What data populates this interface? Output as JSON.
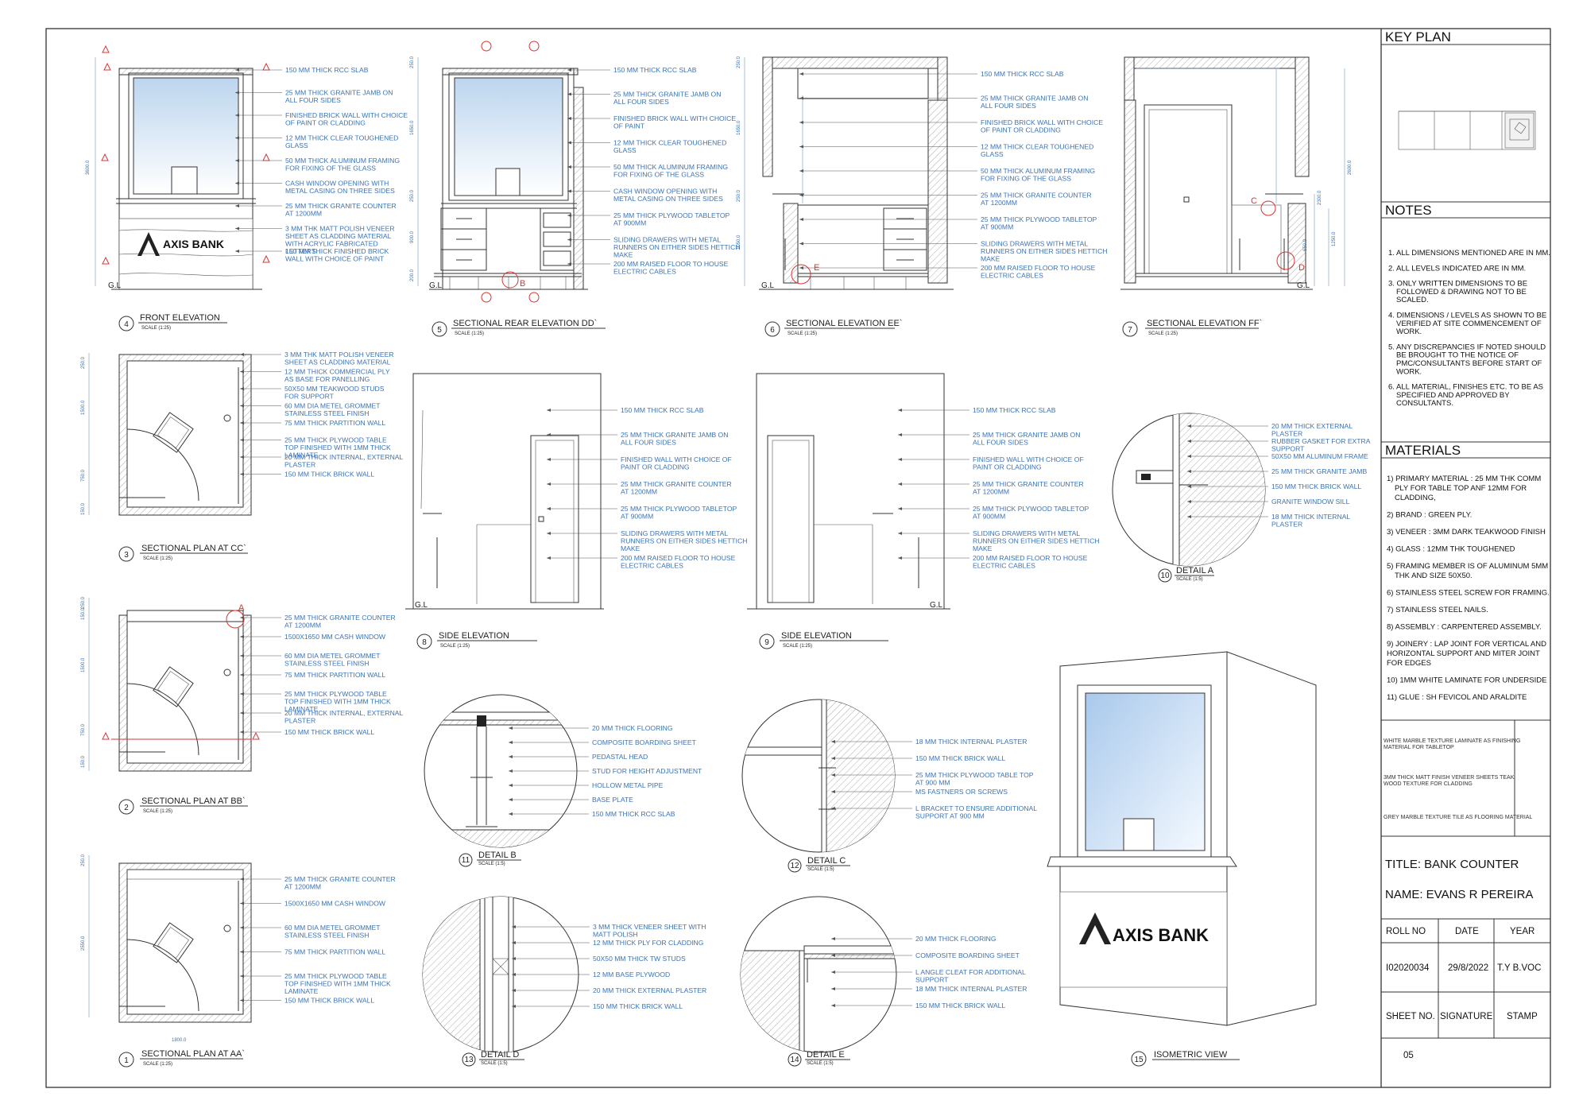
{
  "drawings": {
    "d4": {
      "number": "4",
      "title": "FRONT ELEVATION",
      "scale": "SCALE (1:25)"
    },
    "d5": {
      "number": "5",
      "title": "SECTIONAL REAR ELEVATION DD`",
      "scale": "SCALE (1:25)"
    },
    "d6": {
      "number": "6",
      "title": "SECTIONAL ELEVATION EE`",
      "scale": "SCALE (1:25)"
    },
    "d7": {
      "number": "7",
      "title": "SECTIONAL ELEVATION FF`",
      "scale": "SCALE (1:25)"
    },
    "d3": {
      "number": "3",
      "title": "SECTIONAL PLAN AT CC`",
      "scale": "SCALE (1:25)"
    },
    "d8": {
      "number": "8",
      "title": "SIDE ELEVATION",
      "scale": "SCALE (1:25)"
    },
    "d9": {
      "number": "9",
      "title": "SIDE ELEVATION",
      "scale": "SCALE (1:25)"
    },
    "d10": {
      "number": "10",
      "title": "DETAIL A",
      "scale": "SCALE (1:5)"
    },
    "d2": {
      "number": "2",
      "title": "SECTIONAL PLAN AT BB`",
      "scale": "SCALE (1:25)"
    },
    "d11": {
      "number": "11",
      "title": "DETAIL B",
      "scale": "SCALE (1:5)"
    },
    "d12": {
      "number": "12",
      "title": "DETAIL C",
      "scale": "SCALE (1:5)"
    },
    "d1": {
      "number": "1",
      "title": "SECTIONAL PLAN AT AA`",
      "scale": "SCALE (1:25)"
    },
    "d13": {
      "number": "13",
      "title": "DETAIL D",
      "scale": "SCALE (1:5)"
    },
    "d14": {
      "number": "14",
      "title": "DETAIL E",
      "scale": "SCALE (1:5)"
    },
    "d15": {
      "number": "15",
      "title": "ISOMETRIC VIEW"
    }
  },
  "brand": "AXIS BANK",
  "ground_level": "G.L",
  "section_marks": {
    "a": "A",
    "b": "B",
    "c": "C",
    "d": "D",
    "e": "E"
  },
  "annotations": {
    "d4": [
      [
        "150 MM THICK RCC SLAB"
      ],
      [
        "25 MM THICK GRANITE JAMB ON",
        "ALL FOUR SIDES"
      ],
      [
        "FINISHED BRICK WALL WITH CHOICE",
        "OF PAINT OR CLADDING"
      ],
      [
        "12 MM THICK CLEAR TOUGHENED",
        "GLASS"
      ],
      [
        "50 MM THICK ALUMINUM FRAMING",
        "FOR FIXING OF THE GLASS"
      ],
      [
        "CASH WINDOW OPENING WITH",
        "METAL CASING ON THREE SIDES"
      ],
      [
        "25 MM THICK GRANITE COUNTER",
        "AT 1200MM"
      ],
      [
        "3 MM THK MATT POLISH VENEER",
        "SHEET AS CLADDING MATERIAL",
        "WITH ACRYLIC FABRICATED",
        "LETTERS"
      ],
      [
        "150 MM THICK FINISHED BRICK",
        "WALL WITH CHOICE OF PAINT"
      ]
    ],
    "d5": [
      [
        "150 MM THICK RCC SLAB"
      ],
      [
        "25 MM THICK GRANITE JAMB ON",
        "ALL FOUR SIDES"
      ],
      [
        "FINISHED BRICK WALL WITH CHOICE",
        "OF PAINT"
      ],
      [
        "12 MM THICK CLEAR TOUGHENED",
        "GLASS"
      ],
      [
        "50 MM THICK ALUMINUM FRAMING",
        "FOR FIXING OF THE GLASS"
      ],
      [
        "CASH WINDOW OPENING WITH",
        "METAL CASING ON THREE SIDES"
      ],
      [
        "25 MM THICK PLYWOOD TABLETOP",
        "AT 900MM"
      ],
      [
        "SLIDING DRAWERS WITH METAL",
        "RUNNERS ON EITHER SIDES HETTICH",
        "MAKE"
      ],
      [
        "200 MM RAISED FLOOR TO HOUSE",
        "ELECTRIC CABLES"
      ]
    ],
    "d6": [
      [
        "150 MM THICK RCC SLAB"
      ],
      [
        "25 MM THICK GRANITE JAMB ON",
        "ALL FOUR SIDES"
      ],
      [
        "FINISHED BRICK WALL WITH CHOICE",
        "OF PAINT OR CLADDING"
      ],
      [
        "12 MM THICK CLEAR TOUGHENED",
        "GLASS"
      ],
      [
        "50 MM THICK ALUMINUM FRAMING",
        "FOR FIXING OF THE GLASS"
      ],
      [
        "25 MM THICK GRANITE COUNTER",
        "AT 1200MM"
      ],
      [
        "25 MM THICK PLYWOOD TABLETOP",
        "AT 900MM"
      ],
      [
        "SLIDING DRAWERS WITH METAL",
        "RUNNERS ON EITHER SIDES HETTICH",
        "MAKE"
      ],
      [
        "200 MM RAISED FLOOR TO HOUSE",
        "ELECTRIC CABLES"
      ]
    ],
    "d3": [
      [
        "3 MM THK MATT POLISH VENEER",
        "SHEET AS CLADDING MATERIAL"
      ],
      [
        "12 MM THICK COMMERCIAL PLY",
        "AS BASE FOR PANELLING"
      ],
      [
        "50X50 MM TEAKWOOD STUDS",
        "FOR SUPPORT"
      ],
      [
        "60 MM DIA METEL GROMMET",
        "STAINLESS STEEL FINISH"
      ],
      [
        "75 MM THICK PARTITION WALL"
      ],
      [
        "25 MM THICK PLYWOOD TABLE",
        "TOP FINISHED WITH 1MM THICK",
        "LAMINATE"
      ],
      [
        "20 MM THICK INTERNAL, EXTERNAL",
        "PLASTER"
      ],
      [
        "150 MM THICK BRICK WALL"
      ]
    ],
    "d8": [
      [
        "150 MM THICK RCC SLAB"
      ],
      [
        "25 MM THICK GRANITE JAMB ON",
        "ALL FOUR SIDES"
      ],
      [
        "FINISHED WALL WITH CHOICE OF",
        "PAINT OR CLADDING"
      ],
      [
        "25 MM THICK GRANITE COUNTER",
        "AT 1200MM"
      ],
      [
        "25 MM THICK PLYWOOD TABLETOP",
        "AT 900MM"
      ],
      [
        "SLIDING DRAWERS WITH METAL",
        "RUNNERS ON EITHER SIDES HETTICH",
        "MAKE"
      ],
      [
        "200 MM RAISED FLOOR TO HOUSE",
        "ELECTRIC CABLES"
      ]
    ],
    "d9": [
      [
        "150 MM THICK RCC SLAB"
      ],
      [
        "25 MM THICK GRANITE JAMB ON",
        "ALL FOUR SIDES"
      ],
      [
        "FINISHED WALL WITH CHOICE OF",
        "PAINT OR CLADDING"
      ],
      [
        "25 MM THICK GRANITE COUNTER",
        "AT 1200MM"
      ],
      [
        "25 MM THICK PLYWOOD TABLETOP",
        "AT 900MM"
      ],
      [
        "SLIDING DRAWERS WITH METAL",
        "RUNNERS ON EITHER SIDES HETTICH",
        "MAKE"
      ],
      [
        "200 MM RAISED FLOOR TO HOUSE",
        "ELECTRIC CABLES"
      ]
    ],
    "d10": [
      [
        "20 MM THICK EXTERNAL",
        "PLASTER"
      ],
      [
        "RUBBER GASKET FOR EXTRA",
        "SUPPORT"
      ],
      [
        "50X50 MM ALUMINUM FRAME"
      ],
      [
        "25 MM THICK GRANITE JAMB"
      ],
      [
        "150 MM THICK BRICK WALL"
      ],
      [
        "GRANITE WINDOW SILL"
      ],
      [
        "18 MM THICK INTERNAL",
        "PLASTER"
      ]
    ],
    "d2": [
      [
        "25 MM THICK GRANITE COUNTER",
        "AT 1200MM"
      ],
      [
        "1500X1650 MM CASH WINDOW"
      ],
      [
        "60 MM DIA METEL GROMMET",
        "STAINLESS STEEL FINISH"
      ],
      [
        "75 MM THICK PARTITION WALL"
      ],
      [
        "25 MM THICK PLYWOOD TABLE",
        "TOP FINISHED WITH 1MM THICK",
        "LAMINATE"
      ],
      [
        "20 MM THICK INTERNAL, EXTERNAL",
        "PLASTER"
      ],
      [
        "150 MM THICK BRICK WALL"
      ]
    ],
    "d11": [
      [
        "20 MM THICK FLOORING"
      ],
      [
        "COMPOSITE BOARDING SHEET"
      ],
      [
        "PEDASTAL HEAD"
      ],
      [
        "STUD FOR HEIGHT ADJUSTMENT"
      ],
      [
        "HOLLOW METAL PIPE"
      ],
      [
        "BASE PLATE"
      ],
      [
        "150 MM THICK RCC SLAB"
      ]
    ],
    "d12": [
      [
        "18 MM THICK INTERNAL PLASTER"
      ],
      [
        "150 MM THICK BRICK WALL"
      ],
      [
        "25 MM THICK PLYWOOD TABLE TOP",
        "AT 900 MM"
      ],
      [
        "MS FASTNERS OR SCREWS"
      ],
      [
        "L BRACKET TO ENSURE ADDITIONAL",
        "SUPPORT AT 900 MM"
      ]
    ],
    "d1": [
      [
        "25 MM THICK GRANITE COUNTER",
        "AT 1200MM"
      ],
      [
        "1500X1650 MM CASH WINDOW"
      ],
      [
        "60 MM DIA METEL GROMMET",
        "STAINLESS STEEL FINISH"
      ],
      [
        "75 MM THICK PARTITION WALL"
      ],
      [
        "25 MM THICK PLYWOOD TABLE",
        "TOP FINISHED WITH 1MM THICK",
        "LAMINATE"
      ],
      [
        "150 MM THICK BRICK WALL"
      ]
    ],
    "d13": [
      [
        "3 MM THICK VENEER SHEET WITH",
        "MATT POLISH"
      ],
      [
        "12 MM THICK PLY FOR CLADDING"
      ],
      [
        "50X50 MM THICK TW STUDS"
      ],
      [
        "12 MM BASE PLYWOOD"
      ],
      [
        "20 MM THICK EXTERNAL PLASTER"
      ],
      [
        "150 MM THICK BRICK WALL"
      ]
    ],
    "d14": [
      [
        "20 MM THICK FLOORING"
      ],
      [
        "COMPOSITE BOARDING SHEET"
      ],
      [
        "L ANGLE CLEAT FOR ADDITIONAL",
        "SUPPORT"
      ],
      [
        "18 MM THICK INTERNAL PLASTER"
      ],
      [
        "150 MM THICK BRICK WALL"
      ]
    ]
  },
  "dimensions": {
    "d4": [
      "3600.0"
    ],
    "d5": [
      "250.0",
      "1650.0",
      "250.0",
      "900.0",
      "200.0"
    ],
    "d6": [
      "250.0",
      "1650.0",
      "250.0",
      "1050.0"
    ],
    "d7": [
      "2600.0",
      "2300.0",
      "650.0",
      "1250.0"
    ],
    "d3": [
      "250.0",
      "1500.0",
      "750.0",
      "150.0"
    ],
    "d2": [
      "250.0",
      "150.0",
      "1500.0",
      "750.0",
      "150.0"
    ],
    "d1": [
      "250.0",
      "2550.0",
      "1800.0"
    ]
  },
  "title_block": {
    "key_plan": "KEY PLAN",
    "notes_heading": "NOTES",
    "notes": [
      [
        "1. ALL DIMENSIONS MENTIONED ARE IN  MM."
      ],
      [
        "2. ALL LEVELS INDICATED ARE IN MM."
      ],
      [
        "3. ONLY WRITTEN DIMENSIONS TO BE",
        "FOLLOWED & DRAWING NOT TO BE",
        "SCALED."
      ],
      [
        "4. DIMENSIONS / LEVELS AS SHOWN TO BE",
        "VERIFIED AT SITE COMMENCEMENT OF",
        "WORK."
      ],
      [
        "5. ANY DISCREPANCIES IF NOTED SHOULD",
        "BE BROUGHT TO THE NOTICE OF",
        "PMC/CONSULTANTS BEFORE START OF",
        "WORK."
      ],
      [
        "6. ALL MATERIAL, FINISHES ETC. TO BE AS",
        "SPECIFIED AND APPROVED BY",
        "CONSULTANTS."
      ]
    ],
    "materials_heading": "MATERIALS",
    "materials": [
      [
        "1) PRIMARY MATERIAL : 25 MM THK COMM",
        "PLY FOR TABLE TOP ANF 12MM FOR",
        "CLADDING,"
      ],
      [
        "2) BRAND : GREEN PLY."
      ],
      [
        "3) VENEER : 3MM DARK TEAKWOOD FINISH"
      ],
      [
        "4) GLASS : 12MM THK TOUGHENED"
      ],
      [
        "5) FRAMING MEMBER IS OF ALUMINUM 5MM",
        "THK AND SIZE 50X50."
      ],
      [
        "6) STAINLESS STEEL SCREW FOR FRAMING."
      ],
      [
        "7) STAINLESS STEEL NAILS."
      ],
      [
        "8) ASSEMBLY : CARPENTERED ASSEMBLY."
      ],
      [
        "9) JOINERY :  LAP JOINT FOR VERTICAL AND",
        "HORIZONTAL SUPPORT AND MITER JOINT",
        "FOR EDGES"
      ],
      [
        "10) 1MM WHITE LAMINATE FOR UNDERSIDE"
      ],
      [
        "11) GLUE : SH FEVICOL AND ARALDITE"
      ]
    ],
    "swatches": [
      [
        "WHITE MARBLE TEXTURE LAMINATE AS FINISHING",
        "MATERIAL FOR TABLETOP"
      ],
      [
        "3MM THICK  MATT FINISH VENEER SHEETS TEAK",
        "WOOD TEXTURE  FOR CLADDING"
      ],
      [
        "GREY MARBLE TEXTURE TILE AS FLOORING MATERIAL"
      ]
    ],
    "title": "TITLE:  BANK COUNTER",
    "name": "NAME: EVANS R PEREIRA",
    "headers": {
      "roll": "ROLL NO",
      "date": "DATE",
      "year": "YEAR"
    },
    "values": {
      "roll": "I02020034",
      "date": "29/8/2022",
      "year": "T.Y B.VOC"
    },
    "footer_headers": {
      "sheet": "SHEET NO.",
      "signature": "SIGNATURE",
      "stamp": "STAMP"
    },
    "sheet_no": "05"
  },
  "colors": {
    "annotation": "#3a73b8",
    "section_mark": "#dd3333",
    "line": "#333333"
  }
}
